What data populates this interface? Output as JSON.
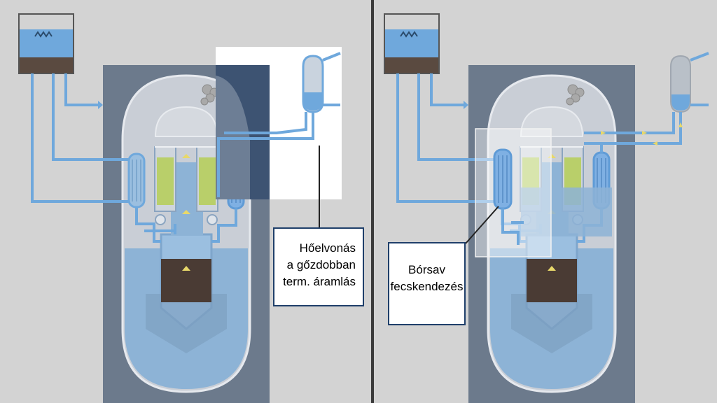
{
  "colors": {
    "background": "#d3d3d3",
    "containment": "#6c7a8c",
    "water": "#8db3d6",
    "pipe": "#6fa8dc",
    "core": "#4a3b34",
    "callout_border": "#1f3f6a"
  },
  "panels": [
    {
      "id": "left",
      "highlight": "steam-generator-loop",
      "callout_lines": [
        "Hőelvonás",
        "a gőzdobban",
        "term. áramlás"
      ]
    },
    {
      "id": "right",
      "highlight": "boric-acid-injection",
      "callout_lines": [
        "Bórsav",
        "fecskendezés"
      ]
    }
  ],
  "icons": [
    "steam-cloud-icon",
    "flow-arrow-icon"
  ]
}
